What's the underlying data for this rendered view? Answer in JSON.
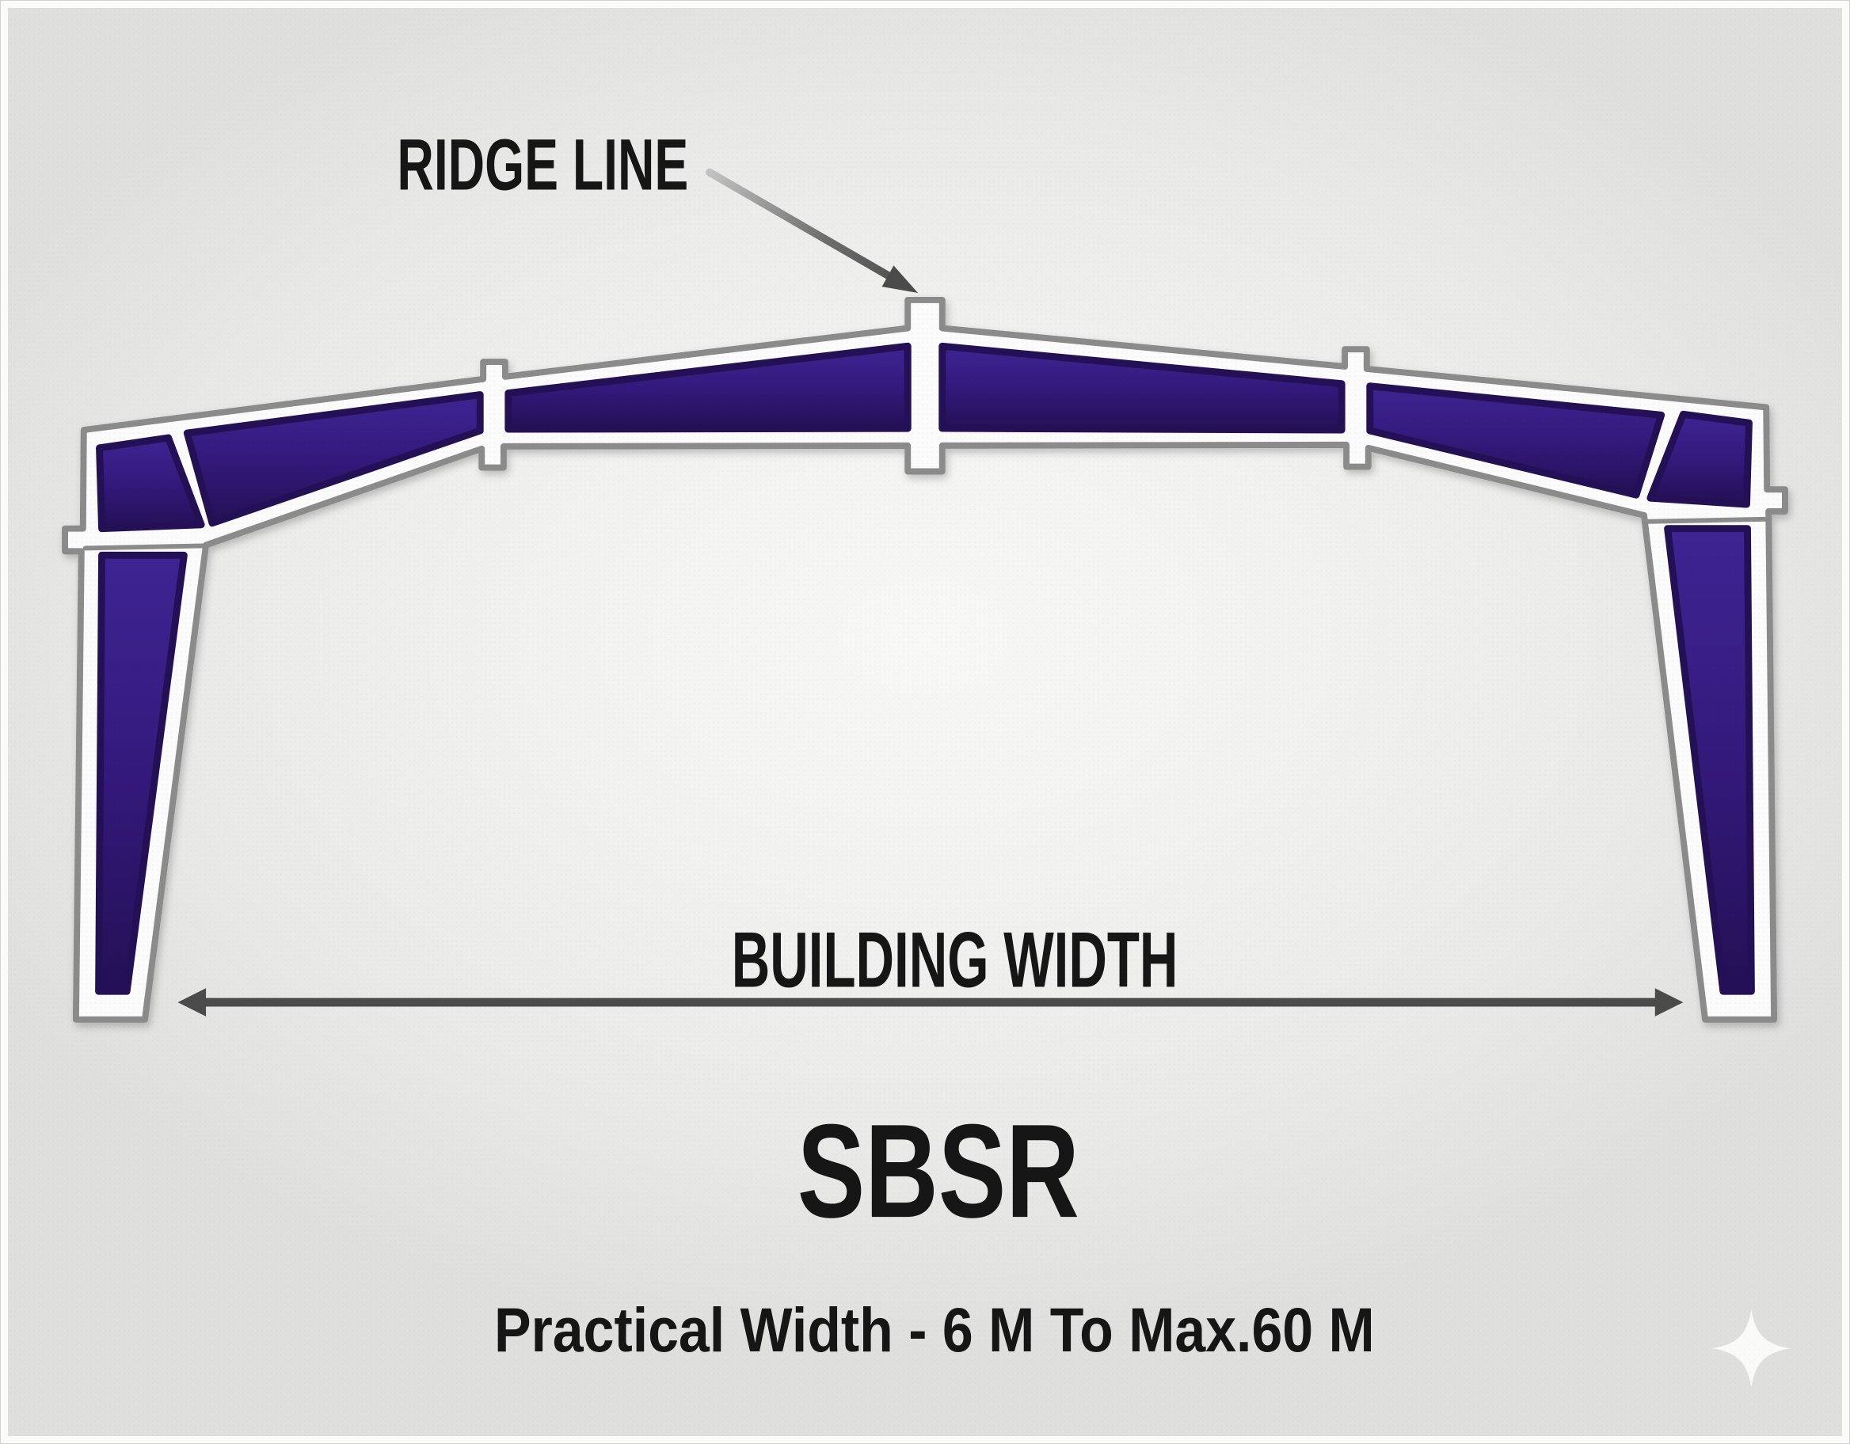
{
  "page": {
    "type": "steel-building-rigid-frame-diagram"
  },
  "labels": {
    "ridge_line": "RIDGE LINE",
    "building_width": "BUILDING WIDTH",
    "title": "SBSR",
    "subtitle": "Practical Width - 6 M To Max.60 M"
  },
  "colors": {
    "background": "#e9e9e7",
    "band_white": "#fbfbfb",
    "frame_gray": "#8b8b8b",
    "panel_purple": "#34197c",
    "panel_purple_light": "#3e2492",
    "panel_purple_dark": "#241055",
    "arrow_gray": "#4b4b4b",
    "arrow_gradient_start": "#c3c3c3",
    "text_color": "#161616",
    "sparkle_white": "#fbfbfa"
  },
  "icons": {
    "sparkle": "four-pointed-star-icon"
  }
}
